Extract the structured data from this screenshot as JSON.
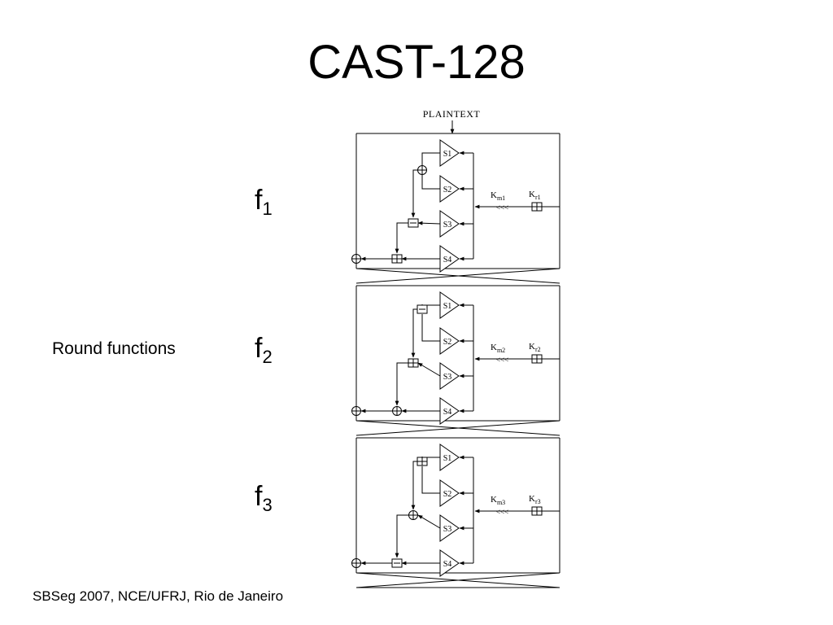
{
  "title": "CAST-128",
  "side_label": "Round functions",
  "footer": "SBSeg 2007, NCE/UFRJ, Rio de Janeiro",
  "diagram": {
    "plaintext_label": "PLAINTEXT",
    "sbox_labels": [
      "S1",
      "S2",
      "S3",
      "S4"
    ],
    "rotate_label": "<<<",
    "rounds": [
      {
        "func_name": "f",
        "func_index": "1",
        "km_label": "K",
        "km_sub": "m1",
        "kr_label": "K",
        "kr_sub": "r1",
        "ops": {
          "first": "xor",
          "second": "sub",
          "third": "add"
        }
      },
      {
        "func_name": "f",
        "func_index": "2",
        "km_label": "K",
        "km_sub": "m2",
        "kr_label": "K",
        "kr_sub": "r2",
        "ops": {
          "first": "sub",
          "second": "add",
          "third": "xor"
        }
      },
      {
        "func_name": "f",
        "func_index": "3",
        "km_label": "K",
        "km_sub": "m3",
        "kr_label": "K",
        "kr_sub": "r3",
        "ops": {
          "first": "add",
          "second": "xor",
          "third": "sub"
        }
      }
    ]
  }
}
